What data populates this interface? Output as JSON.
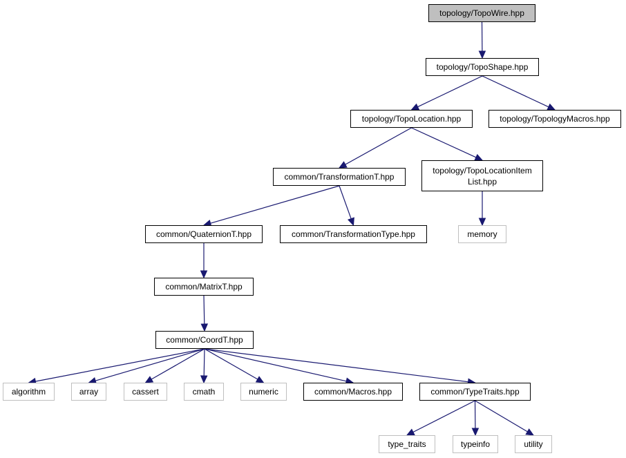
{
  "colors": {
    "edge": "#191970",
    "root_fill": "#bfbfbf",
    "node_border": "#000000",
    "system_border": "#bfbfbf"
  },
  "nodes": {
    "topowire": {
      "label": "topology/TopoWire.hpp"
    },
    "toposhape": {
      "label": "topology/TopoShape.hpp"
    },
    "topolocation": {
      "label": "topology/TopoLocation.hpp"
    },
    "topologymacros": {
      "label": "topology/TopologyMacros.hpp"
    },
    "transformationt": {
      "label": "common/TransformationT.hpp"
    },
    "topolocationitemlist": {
      "label": "topology/TopoLocationItem",
      "label2": "List.hpp"
    },
    "quaterniont": {
      "label": "common/QuaternionT.hpp"
    },
    "transformationtype": {
      "label": "common/TransformationType.hpp"
    },
    "memory": {
      "label": "memory"
    },
    "matrixt": {
      "label": "common/MatrixT.hpp"
    },
    "coordt": {
      "label": "common/CoordT.hpp"
    },
    "algorithm": {
      "label": "algorithm"
    },
    "array": {
      "label": "array"
    },
    "cassert": {
      "label": "cassert"
    },
    "cmath": {
      "label": "cmath"
    },
    "numeric": {
      "label": "numeric"
    },
    "macros": {
      "label": "common/Macros.hpp"
    },
    "typetraits": {
      "label": "common/TypeTraits.hpp"
    },
    "type_traits": {
      "label": "type_traits"
    },
    "typeinfo": {
      "label": "typeinfo"
    },
    "utility": {
      "label": "utility"
    }
  },
  "edges": [
    [
      "topowire",
      "toposhape"
    ],
    [
      "toposhape",
      "topolocation"
    ],
    [
      "toposhape",
      "topologymacros"
    ],
    [
      "topolocation",
      "transformationt"
    ],
    [
      "topolocation",
      "topolocationitemlist"
    ],
    [
      "transformationt",
      "quaterniont"
    ],
    [
      "transformationt",
      "transformationtype"
    ],
    [
      "topolocationitemlist",
      "memory"
    ],
    [
      "quaterniont",
      "matrixt"
    ],
    [
      "matrixt",
      "coordt"
    ],
    [
      "coordt",
      "algorithm"
    ],
    [
      "coordt",
      "array"
    ],
    [
      "coordt",
      "cassert"
    ],
    [
      "coordt",
      "cmath"
    ],
    [
      "coordt",
      "numeric"
    ],
    [
      "coordt",
      "macros"
    ],
    [
      "coordt",
      "typetraits"
    ],
    [
      "typetraits",
      "type_traits"
    ],
    [
      "typetraits",
      "typeinfo"
    ],
    [
      "typetraits",
      "utility"
    ]
  ]
}
